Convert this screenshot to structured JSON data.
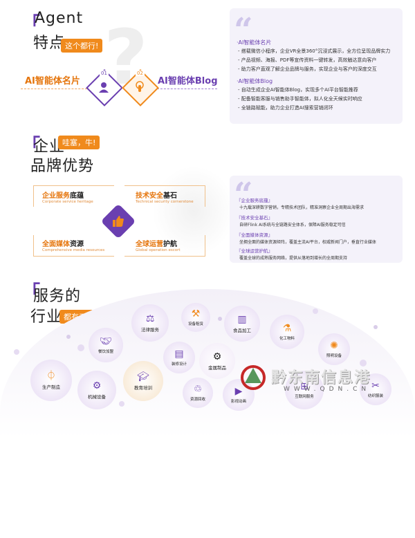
{
  "section1": {
    "title_line1": "Agent",
    "title_line2": "特点",
    "tag": "这个都行!",
    "left_label": "AI智能体名片",
    "right_label": "AI智能体Blog",
    "num1": "01",
    "num2": "02",
    "panel": {
      "block1_head": "·AI智能体名片",
      "block1_lines": [
        "- 搭载微信小程序，企业VR全景360°沉浸式展示，全方位呈现品牌实力",
        "- 产品视频、海报、PDF等宣传资料一键转发，高效触达意向客户",
        "- 助力客户直观了解企业品牌与服务，实现企业与客户的深度交互"
      ],
      "block2_head": "·AI智能体Blog",
      "block2_lines": [
        "- 自动生成企业AI智能体Blog，实现多个AI平台智能推荐",
        "- 配备智能客服与销售助手智能体，拟人化全天候实时响应",
        "- 全链路赋能，助力企业打造AI搜索营销闭环"
      ]
    }
  },
  "section2": {
    "title_line1": "企业",
    "title_line2": "品牌优势",
    "tag": "哇塞，牛!",
    "cards": [
      {
        "title_a": "企业服务",
        "title_b": "底蕴",
        "sub": "Corporate service heritage"
      },
      {
        "title_a": "技术安全",
        "title_b": "基石",
        "sub": "Technical security cornerstone"
      },
      {
        "title_a": "全面媒体",
        "title_b": "资源",
        "sub": "Comprehensive media resources"
      },
      {
        "title_a": "全球运营",
        "title_b": "护航",
        "sub": "Global operation escort"
      }
    ],
    "panel": [
      {
        "head": "『企业服务底蕴』",
        "line": "十九载深耕数字营销，专精技术团队，精准洞察企业全周期出海需求"
      },
      {
        "head": "『技术安全基石』",
        "line": "自研Flink AI系统与全链路安全体系，保障AI服务稳定可信"
      },
      {
        "head": "『全面媒体资源』",
        "line": "坐拥全面的媒体资源矩阵，覆盖主流AI平台，权威新闻门户，垂直行业媒体"
      },
      {
        "head": "『全球运营护航』",
        "line": "覆盖全球的成熟服务网络，提供从落地到增长的全周期支持"
      }
    ]
  },
  "section3": {
    "title_line1": "服务的",
    "title_line2": "行业",
    "tag": "都有了!",
    "industries": [
      "法律服务",
      "设备租赁",
      "食品加工",
      "化工物料",
      "餐饮加盟",
      "装修设计",
      "金属制品",
      "照明设备",
      "生产制造",
      "机械设备",
      "教育培训",
      "资源回收",
      "影视动画",
      "互联网服务",
      "纺织服装"
    ]
  },
  "watermark": {
    "cn": "黔东南信息港",
    "url": "WWW.QDN.CN"
  }
}
